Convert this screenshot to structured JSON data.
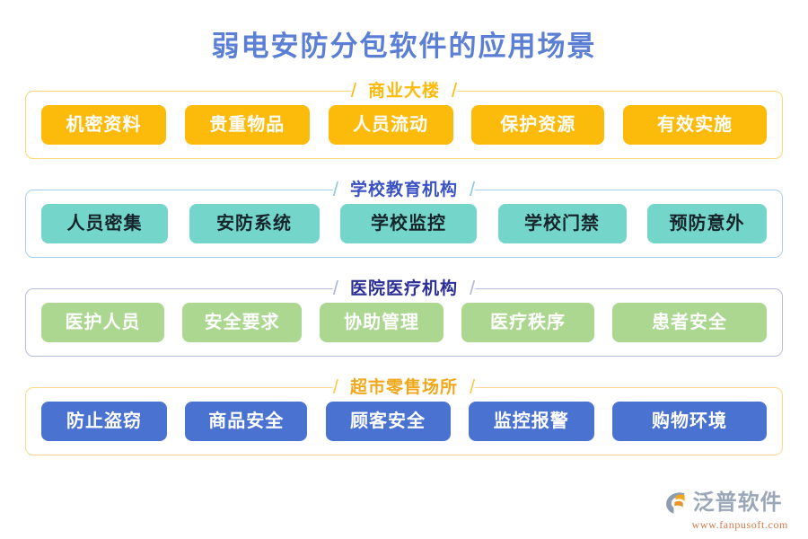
{
  "page": {
    "title": "弱电安防分包软件的应用场景",
    "title_color": "#5b7fd4",
    "background": "#ffffff"
  },
  "sections": [
    {
      "key": "commercial",
      "heading": "商业大楼",
      "left_slash": "/",
      "right_slash": "/",
      "frame_color": "#f9d77a",
      "heading_color": "#fcba0a",
      "tag_bg": "#fcba0a",
      "tag_text_color": "#ffffff",
      "tags": [
        {
          "label": "机密资料",
          "width": 139
        },
        {
          "label": "贵重物品",
          "width": 139
        },
        {
          "label": "人员流动",
          "width": 139
        },
        {
          "label": "保护资源",
          "width": 148
        },
        {
          "label": "有效实施",
          "width": 160
        }
      ]
    },
    {
      "key": "school",
      "heading": "学校教育机构",
      "left_slash": "/",
      "right_slash": "/",
      "frame_color": "#a9cfe8",
      "heading_color": "#3b52c4",
      "tag_bg": "#74d5ca",
      "tag_text_color": "#15252b",
      "tags": [
        {
          "label": "人员密集",
          "width": 141
        },
        {
          "label": "安防系统",
          "width": 145
        },
        {
          "label": "学校监控",
          "width": 152
        },
        {
          "label": "学校门禁",
          "width": 143
        },
        {
          "label": "预防意外",
          "width": 133
        }
      ]
    },
    {
      "key": "hospital",
      "heading": "医院医疗机构",
      "left_slash": "/",
      "right_slash": "/",
      "frame_color": "#b9bbdd",
      "heading_color": "#2b2f96",
      "tag_bg": "#abd790",
      "tag_text_color": "#ffffff",
      "tags": [
        {
          "label": "医护人员",
          "width": 137
        },
        {
          "label": "安全要求",
          "width": 133
        },
        {
          "label": "协助管理",
          "width": 138
        },
        {
          "label": "医疗秩序",
          "width": 148
        },
        {
          "label": "患者安全",
          "width": 172
        }
      ]
    },
    {
      "key": "retail",
      "heading": "超市零售场所",
      "left_slash": "/",
      "right_slash": "/",
      "frame_color": "#f7d88b",
      "heading_color": "#f0a81c",
      "tag_bg": "#4a72d0",
      "tag_text_color": "#ffffff",
      "tags": [
        {
          "label": "防止盗窃",
          "width": 140
        },
        {
          "label": "商品安全",
          "width": 136
        },
        {
          "label": "顾客安全",
          "width": 139
        },
        {
          "label": "监控报警",
          "width": 140
        },
        {
          "label": "购物环境",
          "width": 172
        }
      ]
    }
  ],
  "logo": {
    "name": "泛普软件",
    "url": "www.fanpusoft.com",
    "mark_icon": "fanpu-swoosh-logo-icon",
    "name_color": "#9aa7b8",
    "url_color": "#cf7a4c"
  }
}
